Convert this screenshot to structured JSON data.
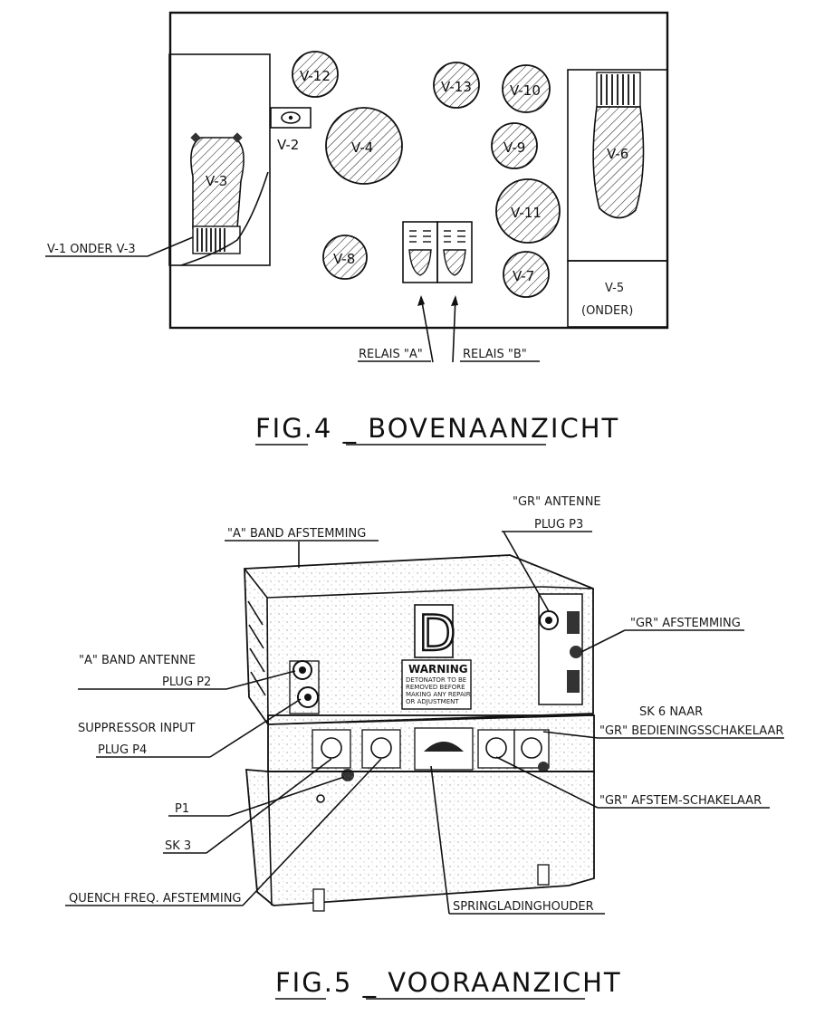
{
  "fig4": {
    "title": "FIG.4 _ BOVENAANZICHT",
    "valves": [
      "V-12",
      "V-4",
      "V-13",
      "V-10",
      "V-9",
      "V-11",
      "V-7",
      "V-8",
      "V-3",
      "V-6"
    ],
    "v2_label": "V-2",
    "v1_label": "V-1 ONDER V-3",
    "v5_label_line1": "V-5",
    "v5_label_line2": "(ONDER)",
    "relay_a": "RELAIS \"A\"",
    "relay_b": "RELAIS \"B\""
  },
  "fig5": {
    "title": "FIG.5 _ VOORAANZICHT",
    "front_letter": "D",
    "warning_title": "WARNING",
    "warning_lines": [
      "DETONATOR TO BE",
      "REMOVED BEFORE",
      "MAKING ANY REPAIR",
      "OR ADJUSTMENT"
    ],
    "labels": {
      "a_band_tuning": "\"A\" BAND AFSTEMMING",
      "gr_antenna_line1": "\"GR\" ANTENNE",
      "gr_antenna_line2": "PLUG P3",
      "gr_tuning": "\"GR\" AFSTEMMING",
      "a_band_antenna_line1": "\"A\" BAND ANTENNE",
      "a_band_antenna_line2": "PLUG P2",
      "suppressor_line1": "SUPPRESSOR INPUT",
      "suppressor_line2": "PLUG P4",
      "sk6_line1": "SK 6 NAAR",
      "sk6_line2": "\"GR\" BEDIENINGSSCHAKELAAR",
      "gr_tuning_switch": "\"GR\" AFSTEM-SCHAKELAAR",
      "p1": "P1",
      "sk3": "SK 3",
      "quench": "QUENCH FREQ. AFSTEMMING",
      "charge_holder": "SPRINGLADINGHOUDER"
    }
  }
}
